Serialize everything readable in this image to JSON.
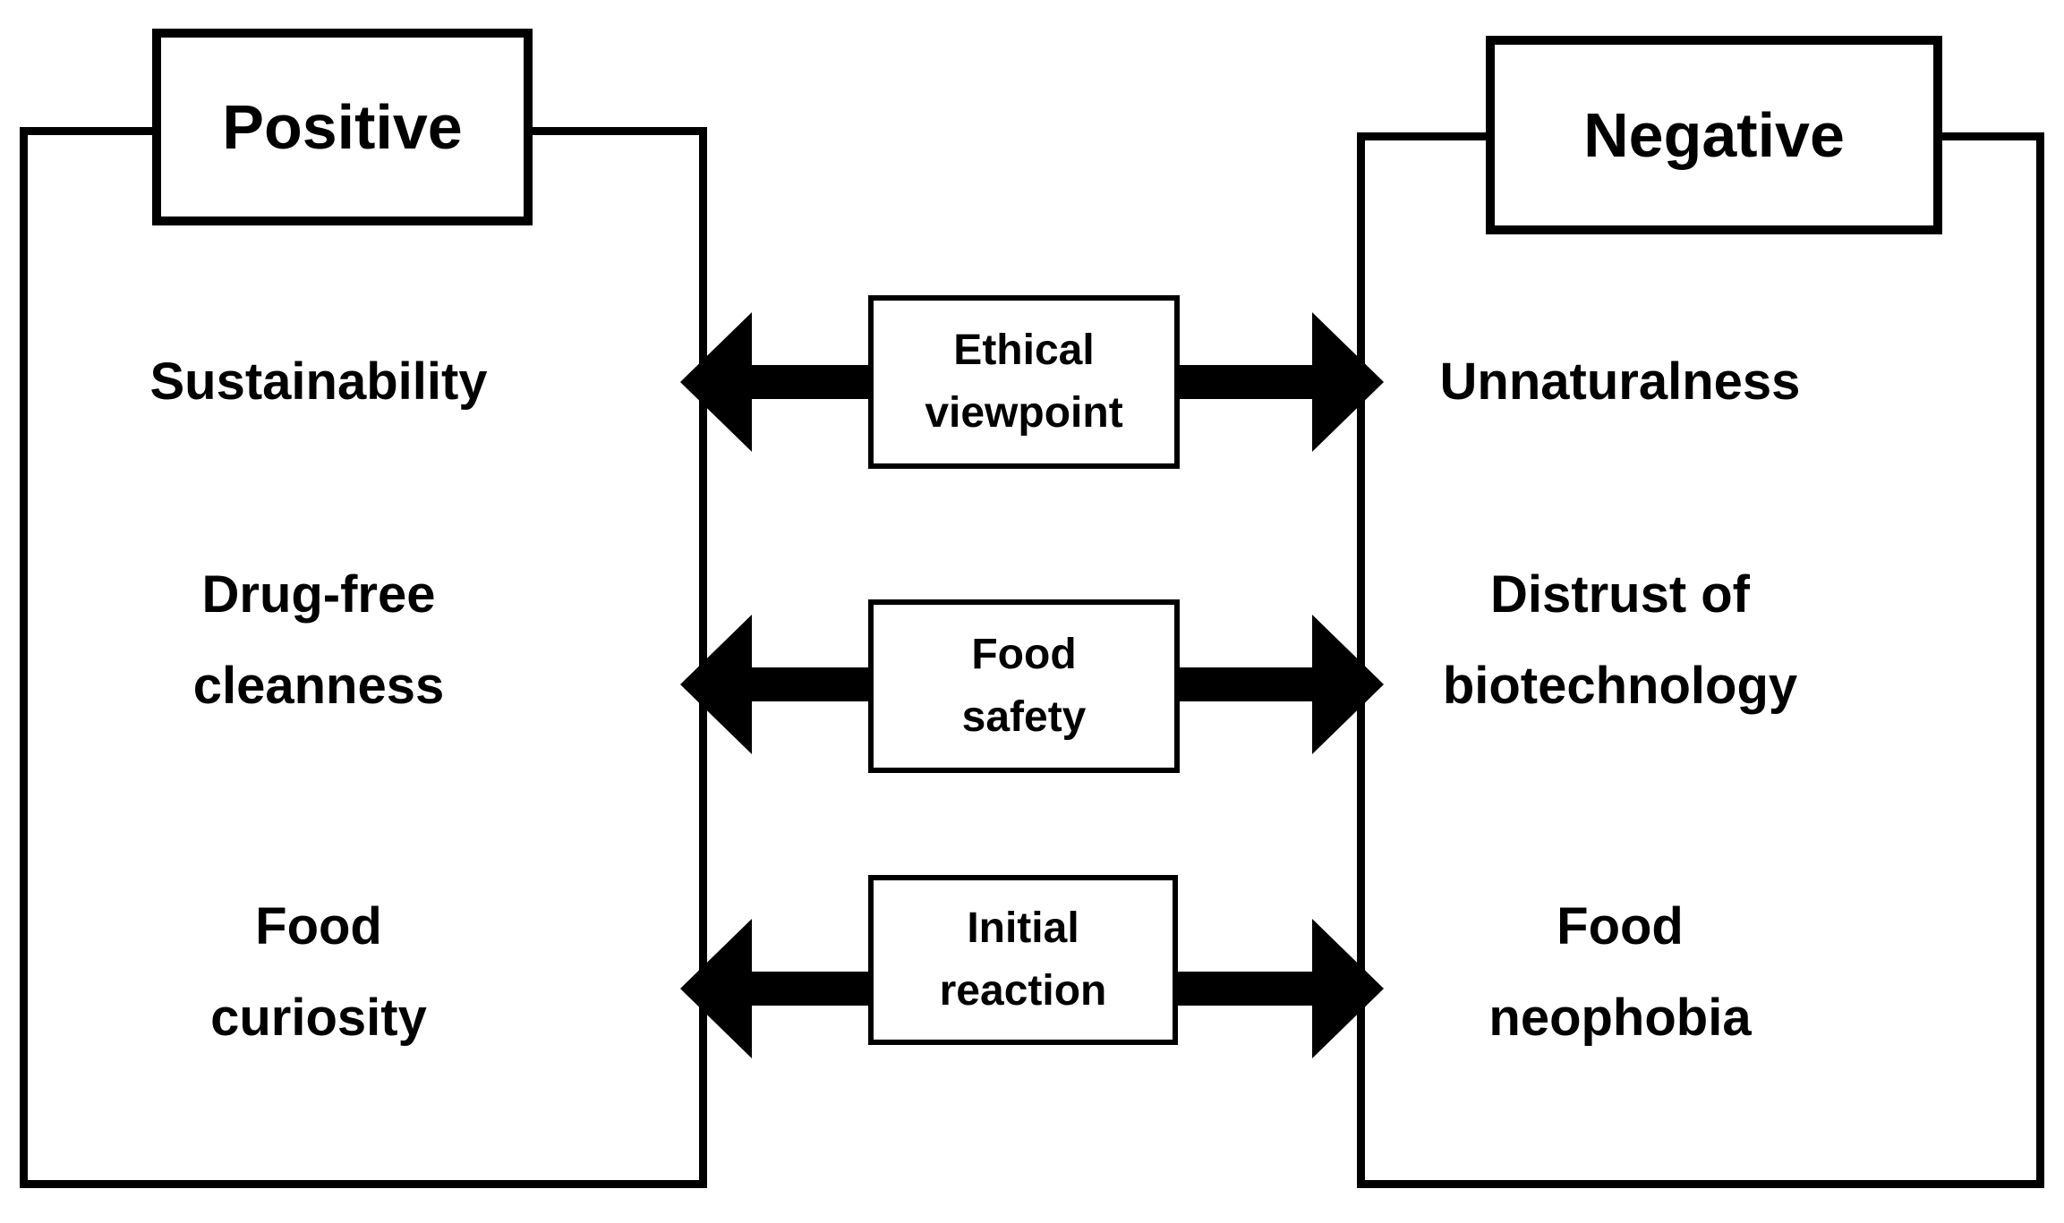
{
  "headers": {
    "positive": "Positive",
    "negative": "Negative"
  },
  "rows": [
    {
      "left": "Sustainability",
      "center": "Ethical\nviewpoint",
      "right": "Unnaturalness"
    },
    {
      "left": "Drug-free\ncleanness",
      "center": "Food\nsafety",
      "right": "Distrust of\nbiotechnology"
    },
    {
      "left": "Food\ncuriosity",
      "center": "Initial\nreaction",
      "right": "Food\nneophobia"
    }
  ],
  "colors": {
    "line": "#000000",
    "background": "#ffffff"
  }
}
